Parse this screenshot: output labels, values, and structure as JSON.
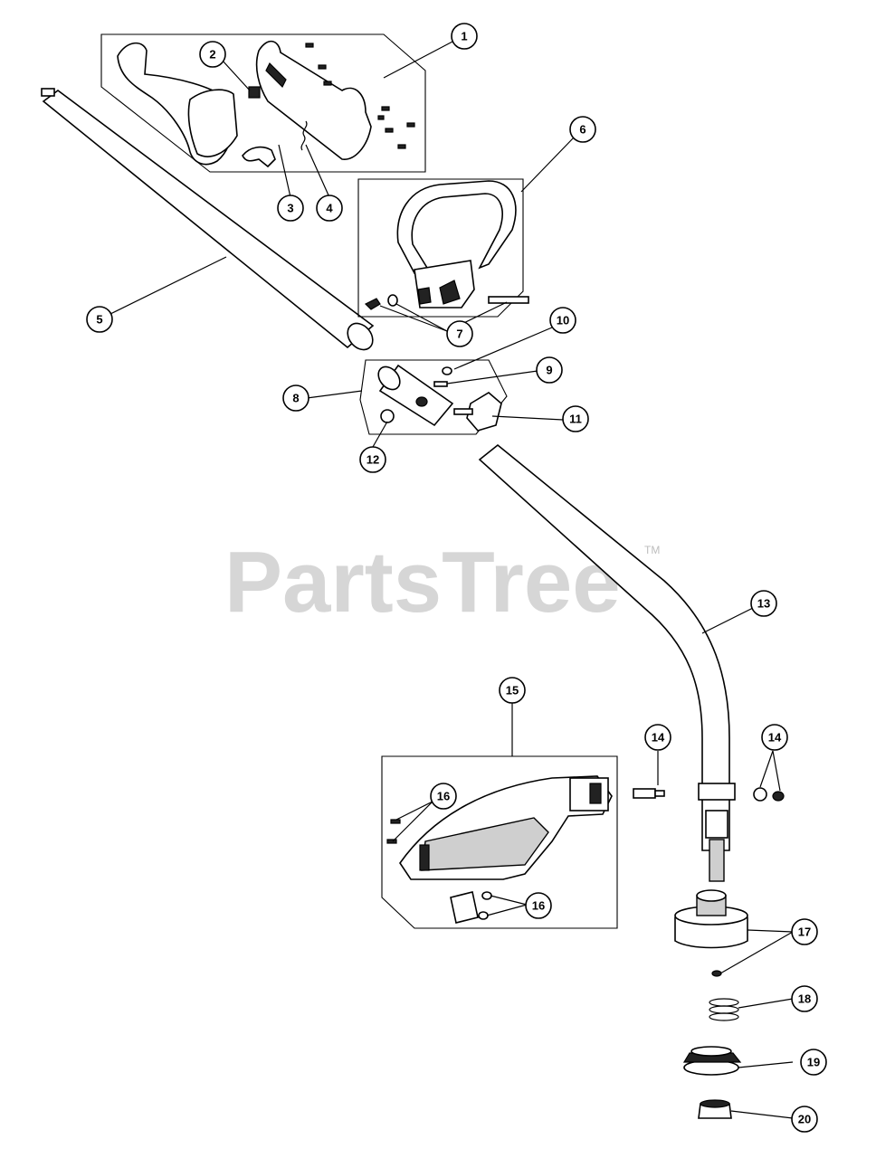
{
  "watermark": {
    "text": "PartsTree",
    "tm": "TM"
  },
  "callouts": [
    "1",
    "2",
    "3",
    "4",
    "5",
    "6",
    "7",
    "8",
    "9",
    "10",
    "11",
    "12",
    "13",
    "14",
    "14",
    "15",
    "16",
    "16",
    "17",
    "18",
    "19",
    "20"
  ]
}
